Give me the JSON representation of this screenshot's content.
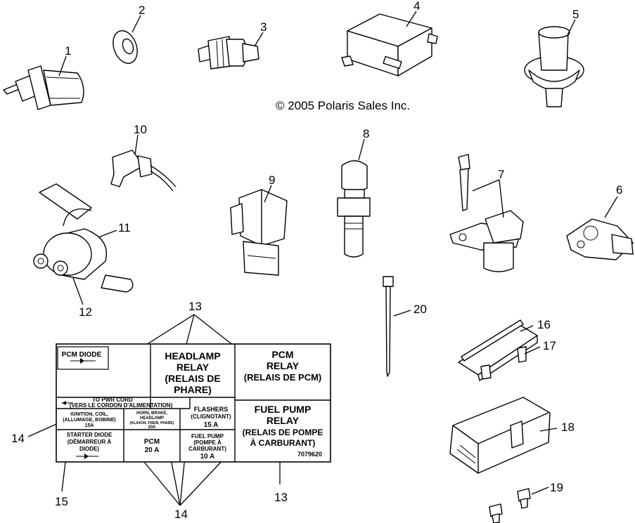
{
  "copyright": "© 2005 Polaris Sales Inc.",
  "callouts": {
    "c1": "1",
    "c2": "2",
    "c3": "3",
    "c4": "4",
    "c5": "5",
    "c6": "6",
    "c7": "7",
    "c8": "8",
    "c9": "9",
    "c10": "10",
    "c11": "11",
    "c12": "12",
    "c13_top": "13",
    "c13_bottom": "13",
    "c14_left": "14",
    "c14_bottom": "14",
    "c15": "15",
    "c16": "16",
    "c17": "17",
    "c18": "18",
    "c19": "19",
    "c20": "20"
  },
  "label": {
    "pcm_diode": "PCM DIODE",
    "headlamp_relay": [
      "HEADLAMP",
      "RELAY",
      "(RELAIS DE",
      "PHARE)"
    ],
    "pcm_relay": [
      "PCM",
      "RELAY",
      "(RELAIS DE PCM)"
    ],
    "pwr_cord": [
      "TO PWR CORD",
      "(VERS LE CORDON D'ALIMENTATION)"
    ],
    "flashers": [
      "FLASHERS",
      "(CLIGNOTANT)",
      "15 A"
    ],
    "fuel_pump_relay": [
      "FUEL PUMP",
      "RELAY",
      "(RELAIS DE POMPE",
      "À CARBURANT)"
    ],
    "ignition": [
      "IGNITION, COIL,",
      "(ALLUMAGE, BOBINE)",
      "15A"
    ],
    "horn": [
      "HORN, BRAKE,",
      "HEADLAMP",
      "(KLAXON, FREIN, PHARE)",
      "20A"
    ],
    "starter_diode": [
      "STARTER DIODE",
      "(DÉMARREUR À",
      "DIODE)"
    ],
    "pcm_fuse": [
      "PCM",
      "20 A"
    ],
    "fuel_pump_fuse": [
      "FUEL PUMP",
      "(POMPE À",
      "CARBURANT)",
      "10 A"
    ],
    "part_number": "7079620"
  }
}
